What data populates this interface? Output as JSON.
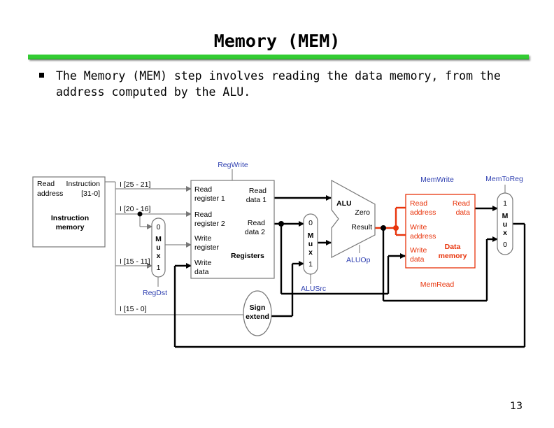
{
  "slide": {
    "title": "Memory (MEM)",
    "bullet": "The Memory (MEM) step involves reading the data memory, from the address computed by the ALU.",
    "page_number": "13"
  },
  "instruction_memory": {
    "read_label": "Read",
    "address_label": "address",
    "instruction_label": "Instruction",
    "instruction_bits": "[31-0]",
    "name_line1": "Instruction",
    "name_line2": "memory"
  },
  "fields": {
    "rs": "I [25 - 21]",
    "rt": "I [20 - 16]",
    "rd": "I [15 - 11]",
    "imm": "I [15 - 0]"
  },
  "registers": {
    "read_reg1_line1": "Read",
    "read_reg1_line2": "register 1",
    "read_reg2_line1": "Read",
    "read_reg2_line2": "register 2",
    "write_reg_line1": "Write",
    "write_reg_line2": "register",
    "write_data_line1": "Write",
    "write_data_line2": "data",
    "read_data1_line1": "Read",
    "read_data1_line2": "data 1",
    "read_data2_line1": "Read",
    "read_data2_line2": "data 2",
    "name": "Registers"
  },
  "mux_regdst": {
    "in0": "0",
    "letters": [
      "M",
      "u",
      "x"
    ],
    "in1": "1"
  },
  "mux_alusrc": {
    "in0": "0",
    "letters": [
      "M",
      "u",
      "x"
    ],
    "in1": "1"
  },
  "mux_memtoreg": {
    "in0": "1",
    "letters": [
      "M",
      "u",
      "x"
    ],
    "in1": "0"
  },
  "sign_extend": {
    "line1": "Sign",
    "line2": "extend"
  },
  "alu": {
    "name": "ALU",
    "zero": "Zero",
    "result": "Result"
  },
  "data_memory": {
    "read_address_line1": "Read",
    "read_address_line2": "address",
    "read_data_line1": "Read",
    "read_data_line2": "data",
    "write_address_line1": "Write",
    "write_address_line2": "address",
    "write_data_line1": "Write",
    "write_data_line2": "data",
    "name_line1": "Data",
    "name_line2": "memory"
  },
  "control": {
    "regwrite": "RegWrite",
    "regdst": "RegDst",
    "alusrc": "ALUSrc",
    "aluop": "ALUOp",
    "memwrite": "MemWrite",
    "memread": "MemRead",
    "memtoreg": "MemToReg"
  },
  "colors": {
    "title_rule": "#33cc33",
    "control_text": "#2e3fb0",
    "active_path": "#e8340c"
  }
}
